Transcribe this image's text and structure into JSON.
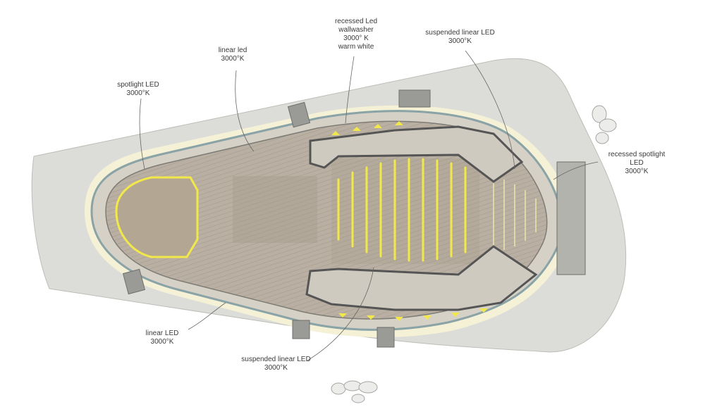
{
  "annotations": [
    {
      "id": "spotlight-led",
      "lines": [
        "spotlight LED",
        "3000°K"
      ]
    },
    {
      "id": "linear-led-top",
      "lines": [
        "linear led",
        "3000°K"
      ]
    },
    {
      "id": "recessed-wallwasher",
      "lines": [
        "recessed Led",
        "wallwasher",
        "3000° K",
        "warm white"
      ]
    },
    {
      "id": "suspended-linear-top",
      "lines": [
        "suspended linear LED",
        "3000°K"
      ]
    },
    {
      "id": "recessed-spotlight",
      "lines": [
        "recessed spotlight",
        "LED",
        "3000°K"
      ]
    },
    {
      "id": "linear-led-bottom",
      "lines": [
        "linear LED",
        "3000°K"
      ]
    },
    {
      "id": "suspended-linear-bottom",
      "lines": [
        "suspended linear LED",
        "3000°K"
      ]
    }
  ],
  "colors": {
    "site": "#dcdcd8",
    "floor": "#b7aea1",
    "glow": "#f7f3cf",
    "led": "#f2e84a",
    "wall": "#555555",
    "label_text": "#3a3a3a",
    "leader_line": "#666666"
  }
}
